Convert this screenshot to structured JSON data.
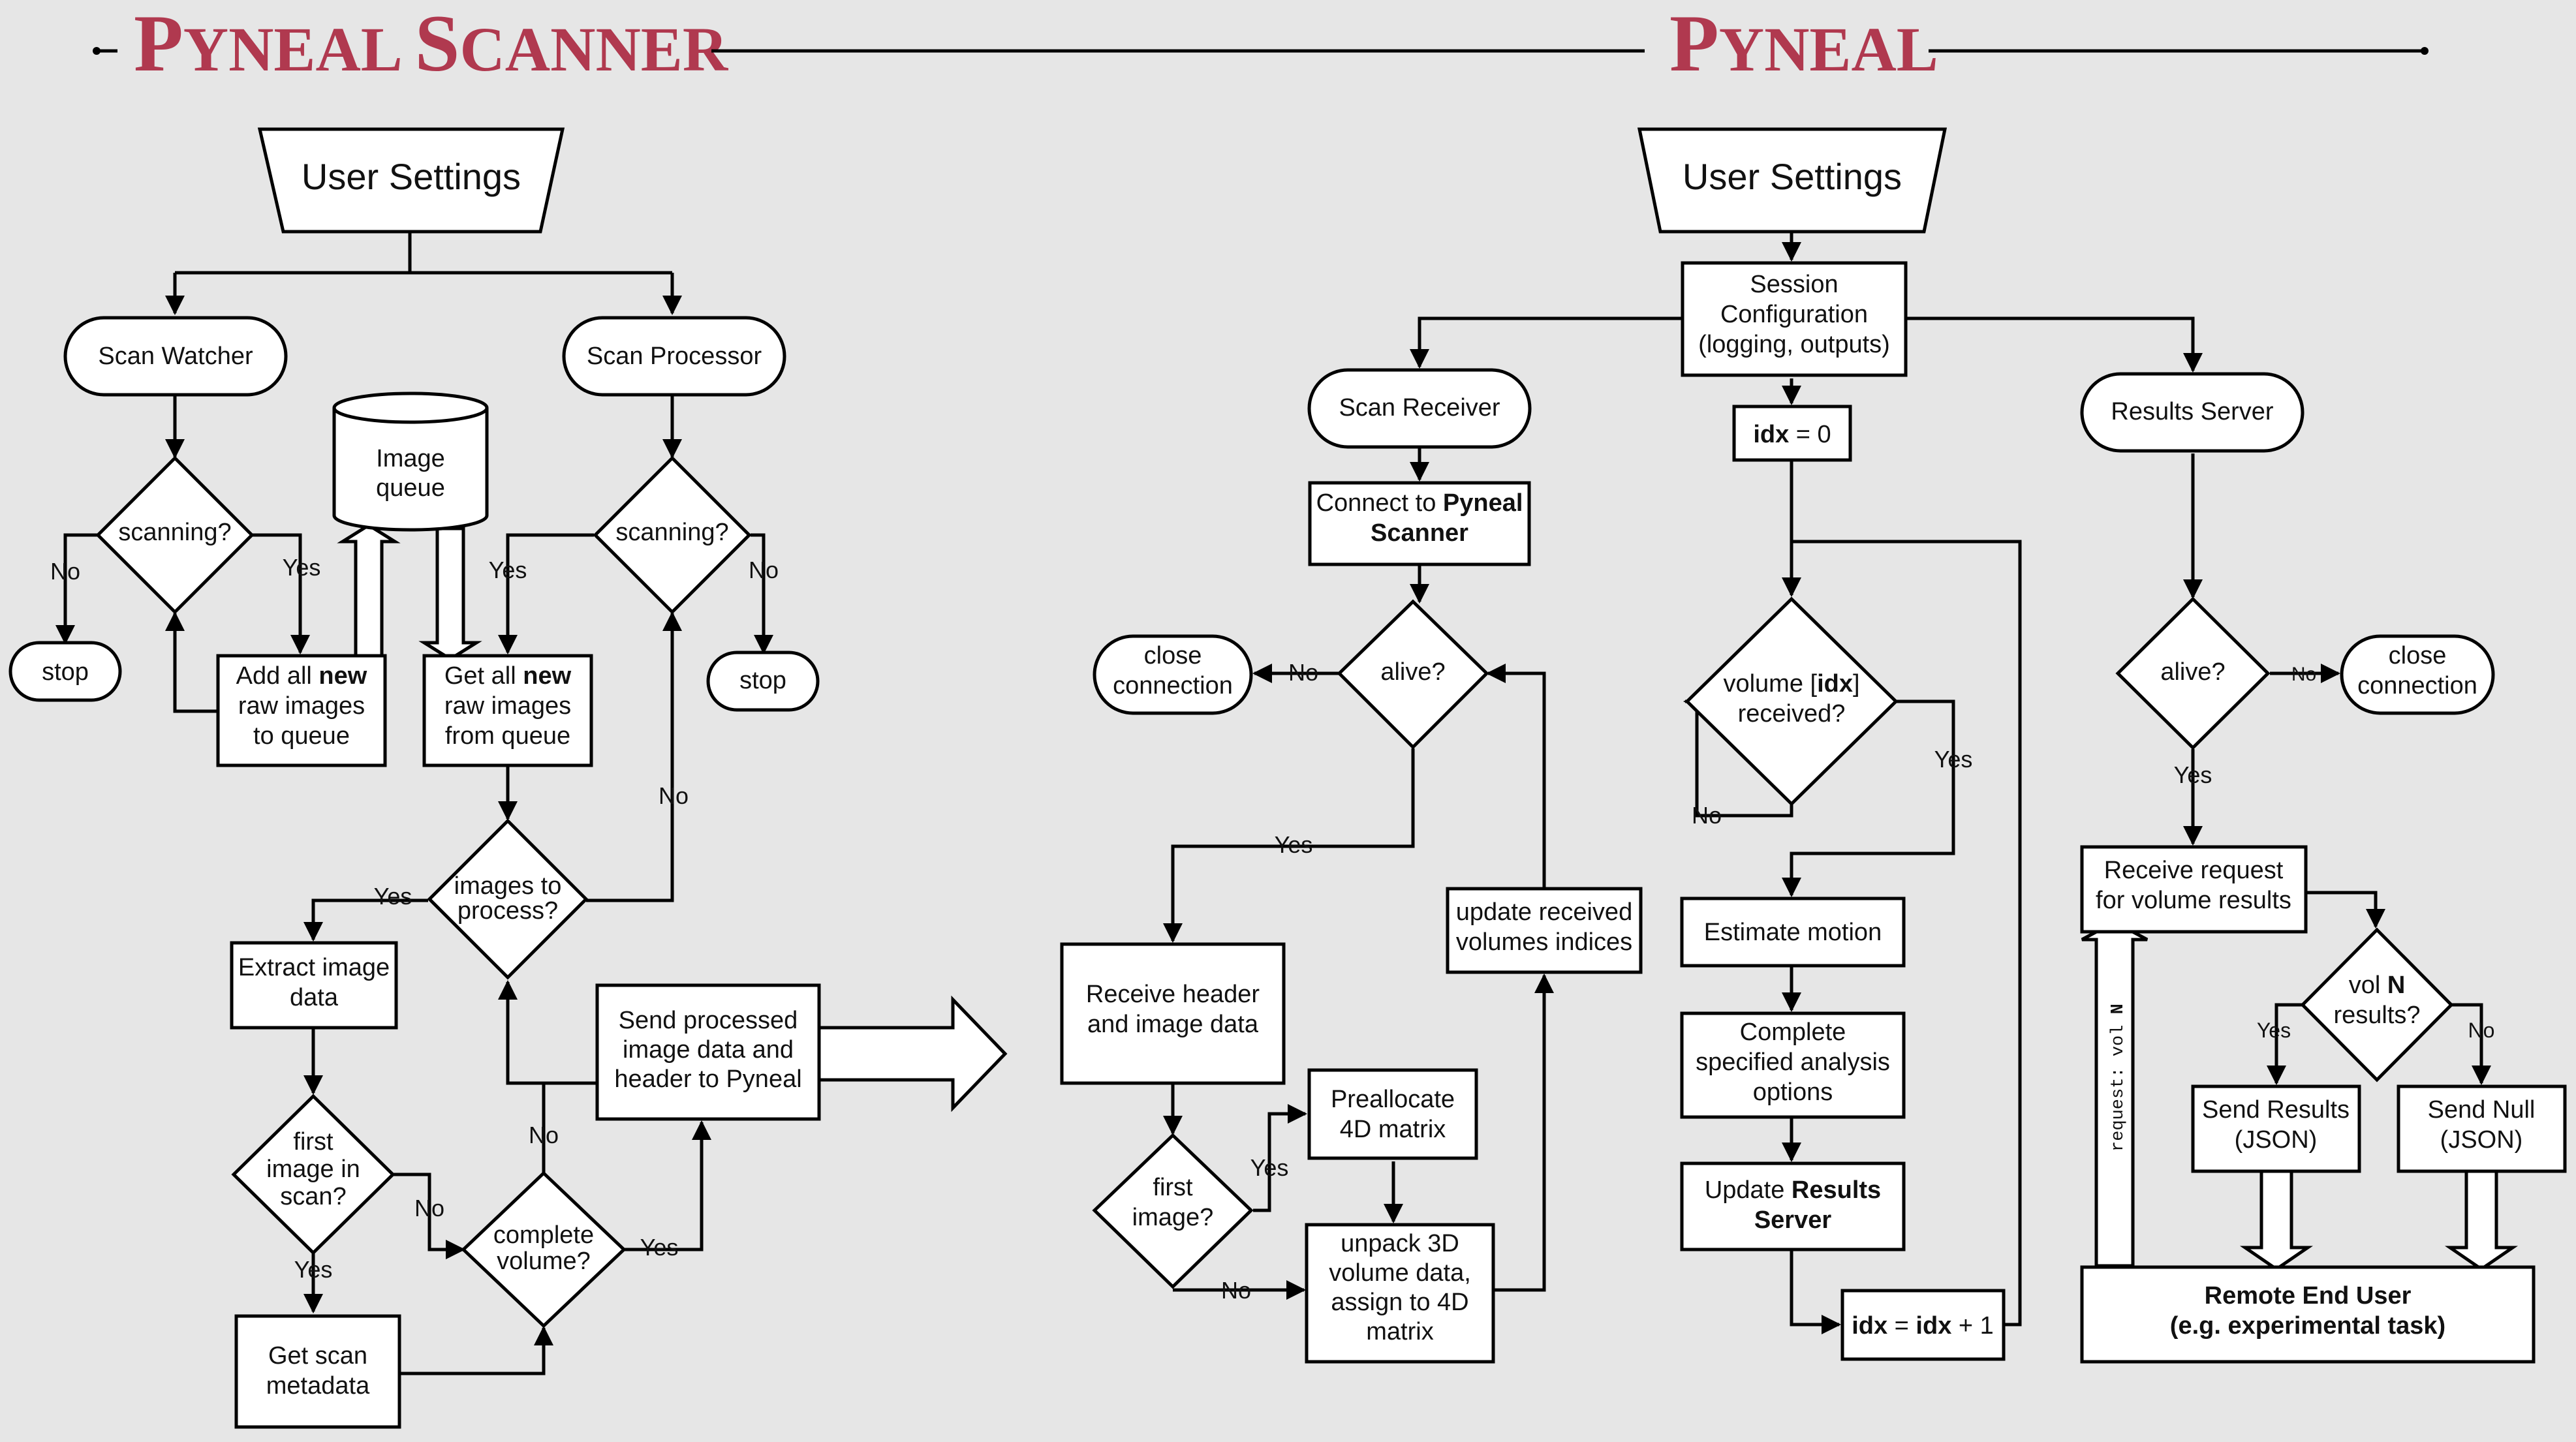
{
  "header": {
    "left_first": "P",
    "left_rest": "YNEAL ",
    "left_first2": "S",
    "left_rest2": "CANNER",
    "right_first": "P",
    "right_rest": "YNEAL",
    "color": "#b0394f"
  },
  "scanner": {
    "user_settings": "User Settings",
    "scan_watcher": "Scan Watcher",
    "scan_processor": "Scan Processor",
    "image_queue": [
      "Image",
      "queue"
    ],
    "scanning_left": "scanning?",
    "scanning_right": "scanning?",
    "no": "No",
    "yes": "Yes",
    "stop": "stop",
    "add_new": {
      "pre": "Add all ",
      "bold": "new",
      "line2": "raw images",
      "line3": "to queue"
    },
    "get_new": {
      "pre": "Get all ",
      "bold": "new",
      "line2": "raw images",
      "line3": "from queue"
    },
    "images_to_process": [
      "images to",
      "process?"
    ],
    "extract": [
      "Extract image",
      "data"
    ],
    "first_image": [
      "first",
      "image in",
      "scan?"
    ],
    "complete_volume": [
      "complete",
      "volume?"
    ],
    "get_metadata": [
      "Get scan",
      "metadata"
    ],
    "send_processed": [
      "Send processed",
      "image data and",
      "header to Pyneal"
    ]
  },
  "pyneal": {
    "user_settings": "User Settings",
    "session_config": [
      "Session",
      "Configuration",
      "(logging, outputs)"
    ],
    "scan_receiver": "Scan Receiver",
    "results_server": "Results Server",
    "idx_init": {
      "bold": "idx",
      "rest": " = 0"
    },
    "connect": {
      "pre": "Connect to ",
      "bold1": "Pyneal",
      "bold2": "Scanner"
    },
    "alive_left": "alive?",
    "alive_right": "alive?",
    "close_connection": [
      "close",
      "connection"
    ],
    "receive_header": [
      "Receive header",
      "and image data"
    ],
    "first_image": [
      "first",
      "image?"
    ],
    "preallocate": [
      "Preallocate",
      "4D matrix"
    ],
    "unpack": [
      "unpack 3D",
      "volume data,",
      "assign to 4D",
      "matrix"
    ],
    "update_indices": [
      "update received",
      "volumes indices"
    ],
    "volume_received": {
      "l1a": "volume [",
      "l1b": "idx",
      "l1c": "]",
      "l2": "received?"
    },
    "estimate_motion": "Estimate motion",
    "complete_analysis": [
      "Complete",
      "specified analysis",
      "options"
    ],
    "update_results": {
      "pre": "Update ",
      "bold1": "Results",
      "bold2": "Server"
    },
    "idx_incr": {
      "b1": "idx",
      "m": " = ",
      "b2": "idx",
      "r": " + 1"
    },
    "receive_request": [
      "Receive request",
      "for volume results"
    ],
    "vol_n": {
      "pre": "vol ",
      "bold": "N",
      "l2": "results?"
    },
    "send_results": [
      "Send Results",
      "(JSON)"
    ],
    "send_null": [
      "Send Null",
      "(JSON)"
    ],
    "remote_user": [
      "Remote End User",
      "(e.g. experimental task)"
    ],
    "request_label": {
      "pre": "request: vol ",
      "bold": "N"
    },
    "no": "No",
    "yes": "Yes"
  }
}
